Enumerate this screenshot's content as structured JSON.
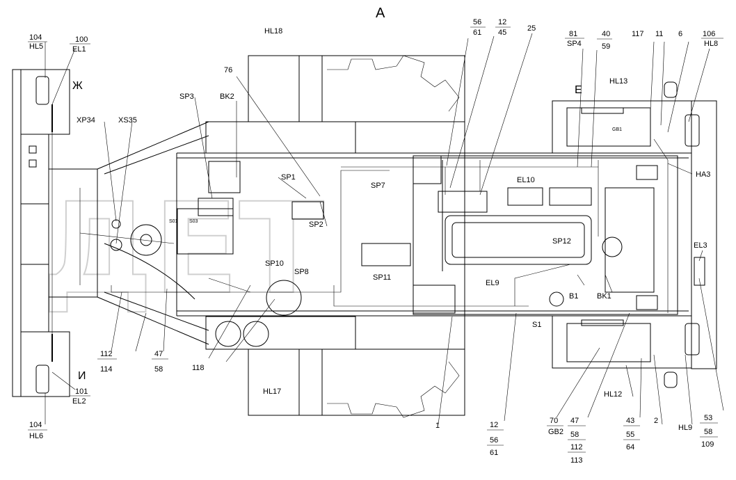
{
  "view_label": "A",
  "labels": {
    "l104_top": "104",
    "hl5": "HL5",
    "l100": "100",
    "el1": "EL1",
    "zh": "Ж",
    "xp34": "XP34",
    "xs35": "XS35",
    "sp3": "SP3",
    "bk2": "BK2",
    "hl18": "HL18",
    "l76": "76",
    "sp1": "SP1",
    "sp2": "SP2",
    "l56_top": "56",
    "l61_top": "61",
    "l12_top": "12",
    "l45": "45",
    "l25": "25",
    "l81": "81",
    "sp4": "SP4",
    "l40": "40",
    "l59": "59",
    "l117": "117",
    "l11": "11",
    "l6": "6",
    "l106": "106",
    "hl8": "HL8",
    "e": "Е",
    "hl13": "HL13",
    "gb1": "GB1",
    "ha3": "HA3",
    "sp7": "SP7",
    "el10": "EL10",
    "sp12": "SP12",
    "el3": "EL3",
    "s01": "S01",
    "s03": "S03",
    "sp10": "SP10",
    "sp8": "SP8",
    "sp11": "SP11",
    "el9": "EL9",
    "b1": "B1",
    "bk1": "BK1",
    "s1": "S1",
    "l112": "112",
    "l114": "114",
    "l47_left": "47",
    "l58_left": "58",
    "l118": "118",
    "i": "И",
    "l101": "101",
    "el2": "EL2",
    "l104_bot": "104",
    "hl6": "HL6",
    "hl17": "HL17",
    "l1": "1",
    "l12_bot": "12",
    "l56_bot": "56",
    "l61_bot": "61",
    "l70": "70",
    "gb2": "GB2",
    "l47_r": "47",
    "l58_r": "58",
    "l112_r": "112",
    "l113": "113",
    "hl12": "HL12",
    "l43": "43",
    "l55": "55",
    "l64": "64",
    "l2": "2",
    "hl9": "HL9",
    "l53": "53",
    "l58_rr": "58",
    "l109": "109"
  }
}
